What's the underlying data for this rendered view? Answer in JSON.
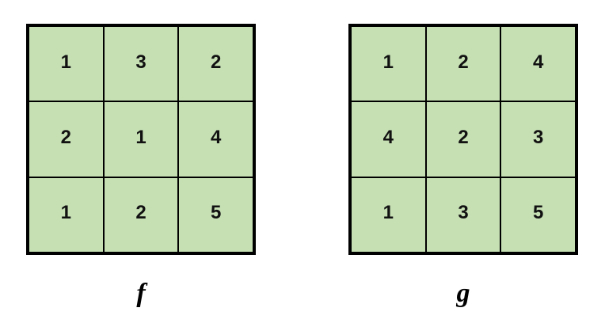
{
  "figure": {
    "description_colors": {
      "cell_fill": "#c6e0b4",
      "grid_line": "#000000",
      "background": "#ffffff",
      "text": "#111111"
    }
  },
  "grids": [
    {
      "label": "f",
      "rows": [
        [
          "1",
          "3",
          "2"
        ],
        [
          "2",
          "1",
          "4"
        ],
        [
          "1",
          "2",
          "5"
        ]
      ]
    },
    {
      "label": "g",
      "rows": [
        [
          "1",
          "2",
          "4"
        ],
        [
          "4",
          "2",
          "3"
        ],
        [
          "1",
          "3",
          "5"
        ]
      ]
    }
  ]
}
